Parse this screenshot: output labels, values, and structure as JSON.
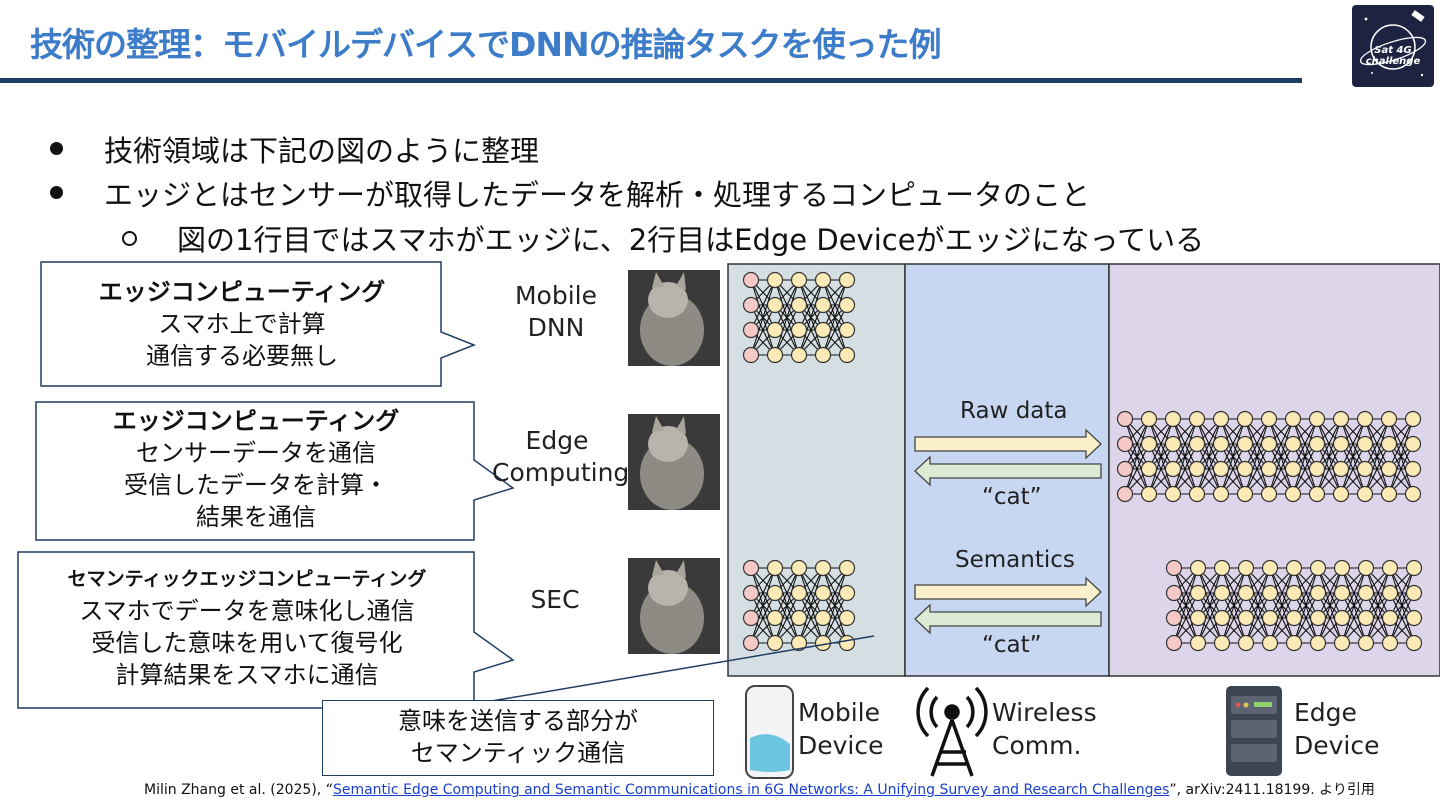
{
  "title": "技術の整理：モバイルデバイスでDNNの推論タスクを使った例",
  "logo": {
    "label": "Sat 4G challenge"
  },
  "bullets": [
    {
      "level": 1,
      "text": "技術領域は下記の図のように整理"
    },
    {
      "level": 1,
      "text": "エッジとはセンサーが取得したデータを解析・処理するコンピュータのこと"
    },
    {
      "level": 2,
      "text": "図の1行目ではスマホがエッジに、2行目はEdge Deviceがエッジになっている"
    }
  ],
  "callouts": [
    {
      "heading": "エッジコンピューティング",
      "lines": [
        "スマホ上で計算",
        "通信する必要無し"
      ]
    },
    {
      "heading": "エッジコンピューティング",
      "lines": [
        "センサーデータを通信",
        "受信したデータを計算・",
        "結果を通信"
      ]
    },
    {
      "heading": "セマンティックエッジコンピューティング",
      "lines": [
        "スマホでデータを意味化し通信",
        "受信した意味を用いて復号化",
        "計算結果をスマホに通信"
      ]
    }
  ],
  "note": {
    "lines": [
      "意味を送信する部分が",
      "セマンティック通信"
    ]
  },
  "rows": [
    {
      "label_lines": [
        "Mobile",
        "DNN"
      ]
    },
    {
      "label_lines": [
        "Edge",
        "Computing"
      ]
    },
    {
      "label_lines": [
        "SEC"
      ]
    }
  ],
  "arrows": {
    "row2_up": "Raw data",
    "row2_down": "“cat”",
    "row3_up": "Semantics",
    "row3_down": "“cat”"
  },
  "legend": {
    "mobile": [
      "Mobile",
      "Device"
    ],
    "wireless": [
      "Wireless",
      "Comm."
    ],
    "edge": [
      "Edge",
      "Device"
    ]
  },
  "colors": {
    "title": "#3d7cc9",
    "rule": "#1f3c63",
    "panel_mobile": "#d5dfe3",
    "panel_wireless": "#c7d7f2",
    "panel_edge": "#ddd6ea",
    "arrow_up": "#fbf0c9",
    "arrow_down": "#dcebd4",
    "node_pink": "#f4c9c6",
    "node_yellow": "#fbeab6"
  },
  "citation": {
    "prefix": "Milin Zhang et al. (2025), “",
    "link_text": "Semantic Edge Computing and Semantic Communications in 6G Networks: A Unifying Survey and Research Challenges",
    "suffix": "”, arXiv:2411.18199. より引用"
  }
}
